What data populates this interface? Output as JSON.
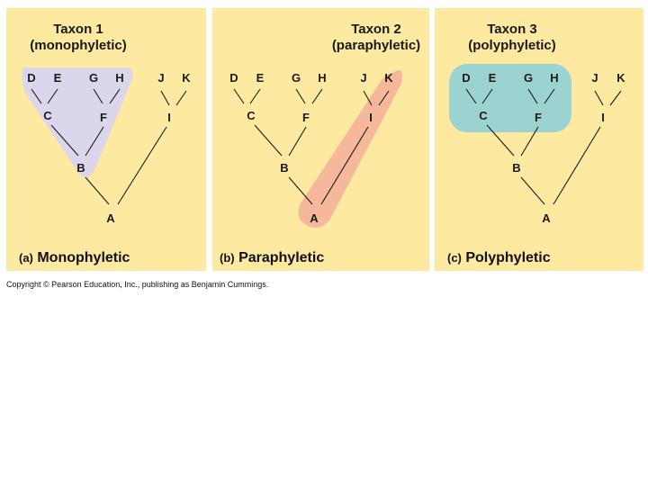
{
  "panels": [
    {
      "id": "a",
      "title": "Taxon 1",
      "subtitle": "(monophyletic)",
      "caption_letter": "(a)",
      "caption_word": "Monophyletic",
      "highlight_color": "#dcd6ec"
    },
    {
      "id": "b",
      "title": "Taxon 2",
      "subtitle": "(paraphyletic)",
      "caption_letter": "(b)",
      "caption_word": "Paraphyletic",
      "highlight_color": "#f6b89a"
    },
    {
      "id": "c",
      "title": "Taxon 3",
      "subtitle": "(polyphyletic)",
      "caption_letter": "(c)",
      "caption_word": "Polyphyletic",
      "highlight_color": "#9ad3cf"
    }
  ],
  "tree": {
    "leaves": [
      "D",
      "E",
      "G",
      "H",
      "J",
      "K"
    ],
    "internal_nodes": [
      "C",
      "F",
      "I",
      "B",
      "A"
    ]
  },
  "copyright": "Copyright © Pearson Education, Inc., publishing as Benjamin Cummings.",
  "colors": {
    "panel_background": "#fde9a0",
    "line": "#1a1a1a"
  }
}
